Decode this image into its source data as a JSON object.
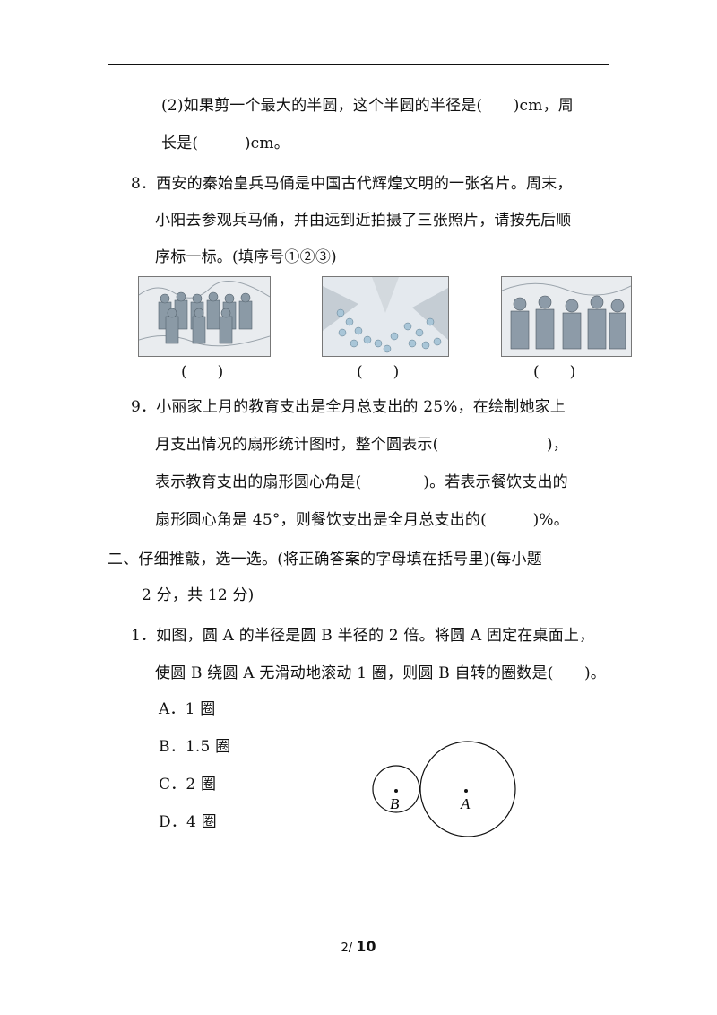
{
  "lines": {
    "l1": "(2)如果剪一个最大的半圆，这个半圆的半径是(　　)cm，周",
    "l2": "长是(　　　)cm。",
    "l3": "8．西安的秦始皇兵马俑是中国古代辉煌文明的一张名片。周末，",
    "l4": "小阳去参观兵马俑，并由远到近拍摄了三张照片，请按先后顺",
    "l5": "序标一标。(填序号①②③)",
    "l6": "9．小丽家上月的教育支出是全月总支出的 25%，在绘制她家上",
    "l7": "月支出情况的扇形统计图时，整个圆表示(　　　　　　　)，",
    "l8": "表示教育支出的扇形圆心角是(　　　　)。若表示餐饮支出的",
    "l9": "扇形圆心角是 45°，则餐饮支出是全月总支出的(　　　)%。",
    "l10": "二、仔细推敲，选一选。(将正确答案的字母填在括号里)(每小题",
    "l11": "2 分，共 12 分)",
    "l12": "1．如图，圆 A 的半径是圆 B 半径的 2 倍。将圆 A 固定在桌面上，",
    "l13": "使圆 B 绕圆 A 无滑动地滚动 1 圈，则圆 B 自转的圈数是(　　)。"
  },
  "photo_parens": [
    "(　　)",
    "(　　)",
    "(　　)"
  ],
  "options": [
    "A．1 圈",
    "B．1.5 圈",
    "C．2 圈",
    "D．4 圈"
  ],
  "figure": {
    "label_b": "B",
    "label_a": "A"
  },
  "page": {
    "current": "2/",
    "total": "10"
  }
}
